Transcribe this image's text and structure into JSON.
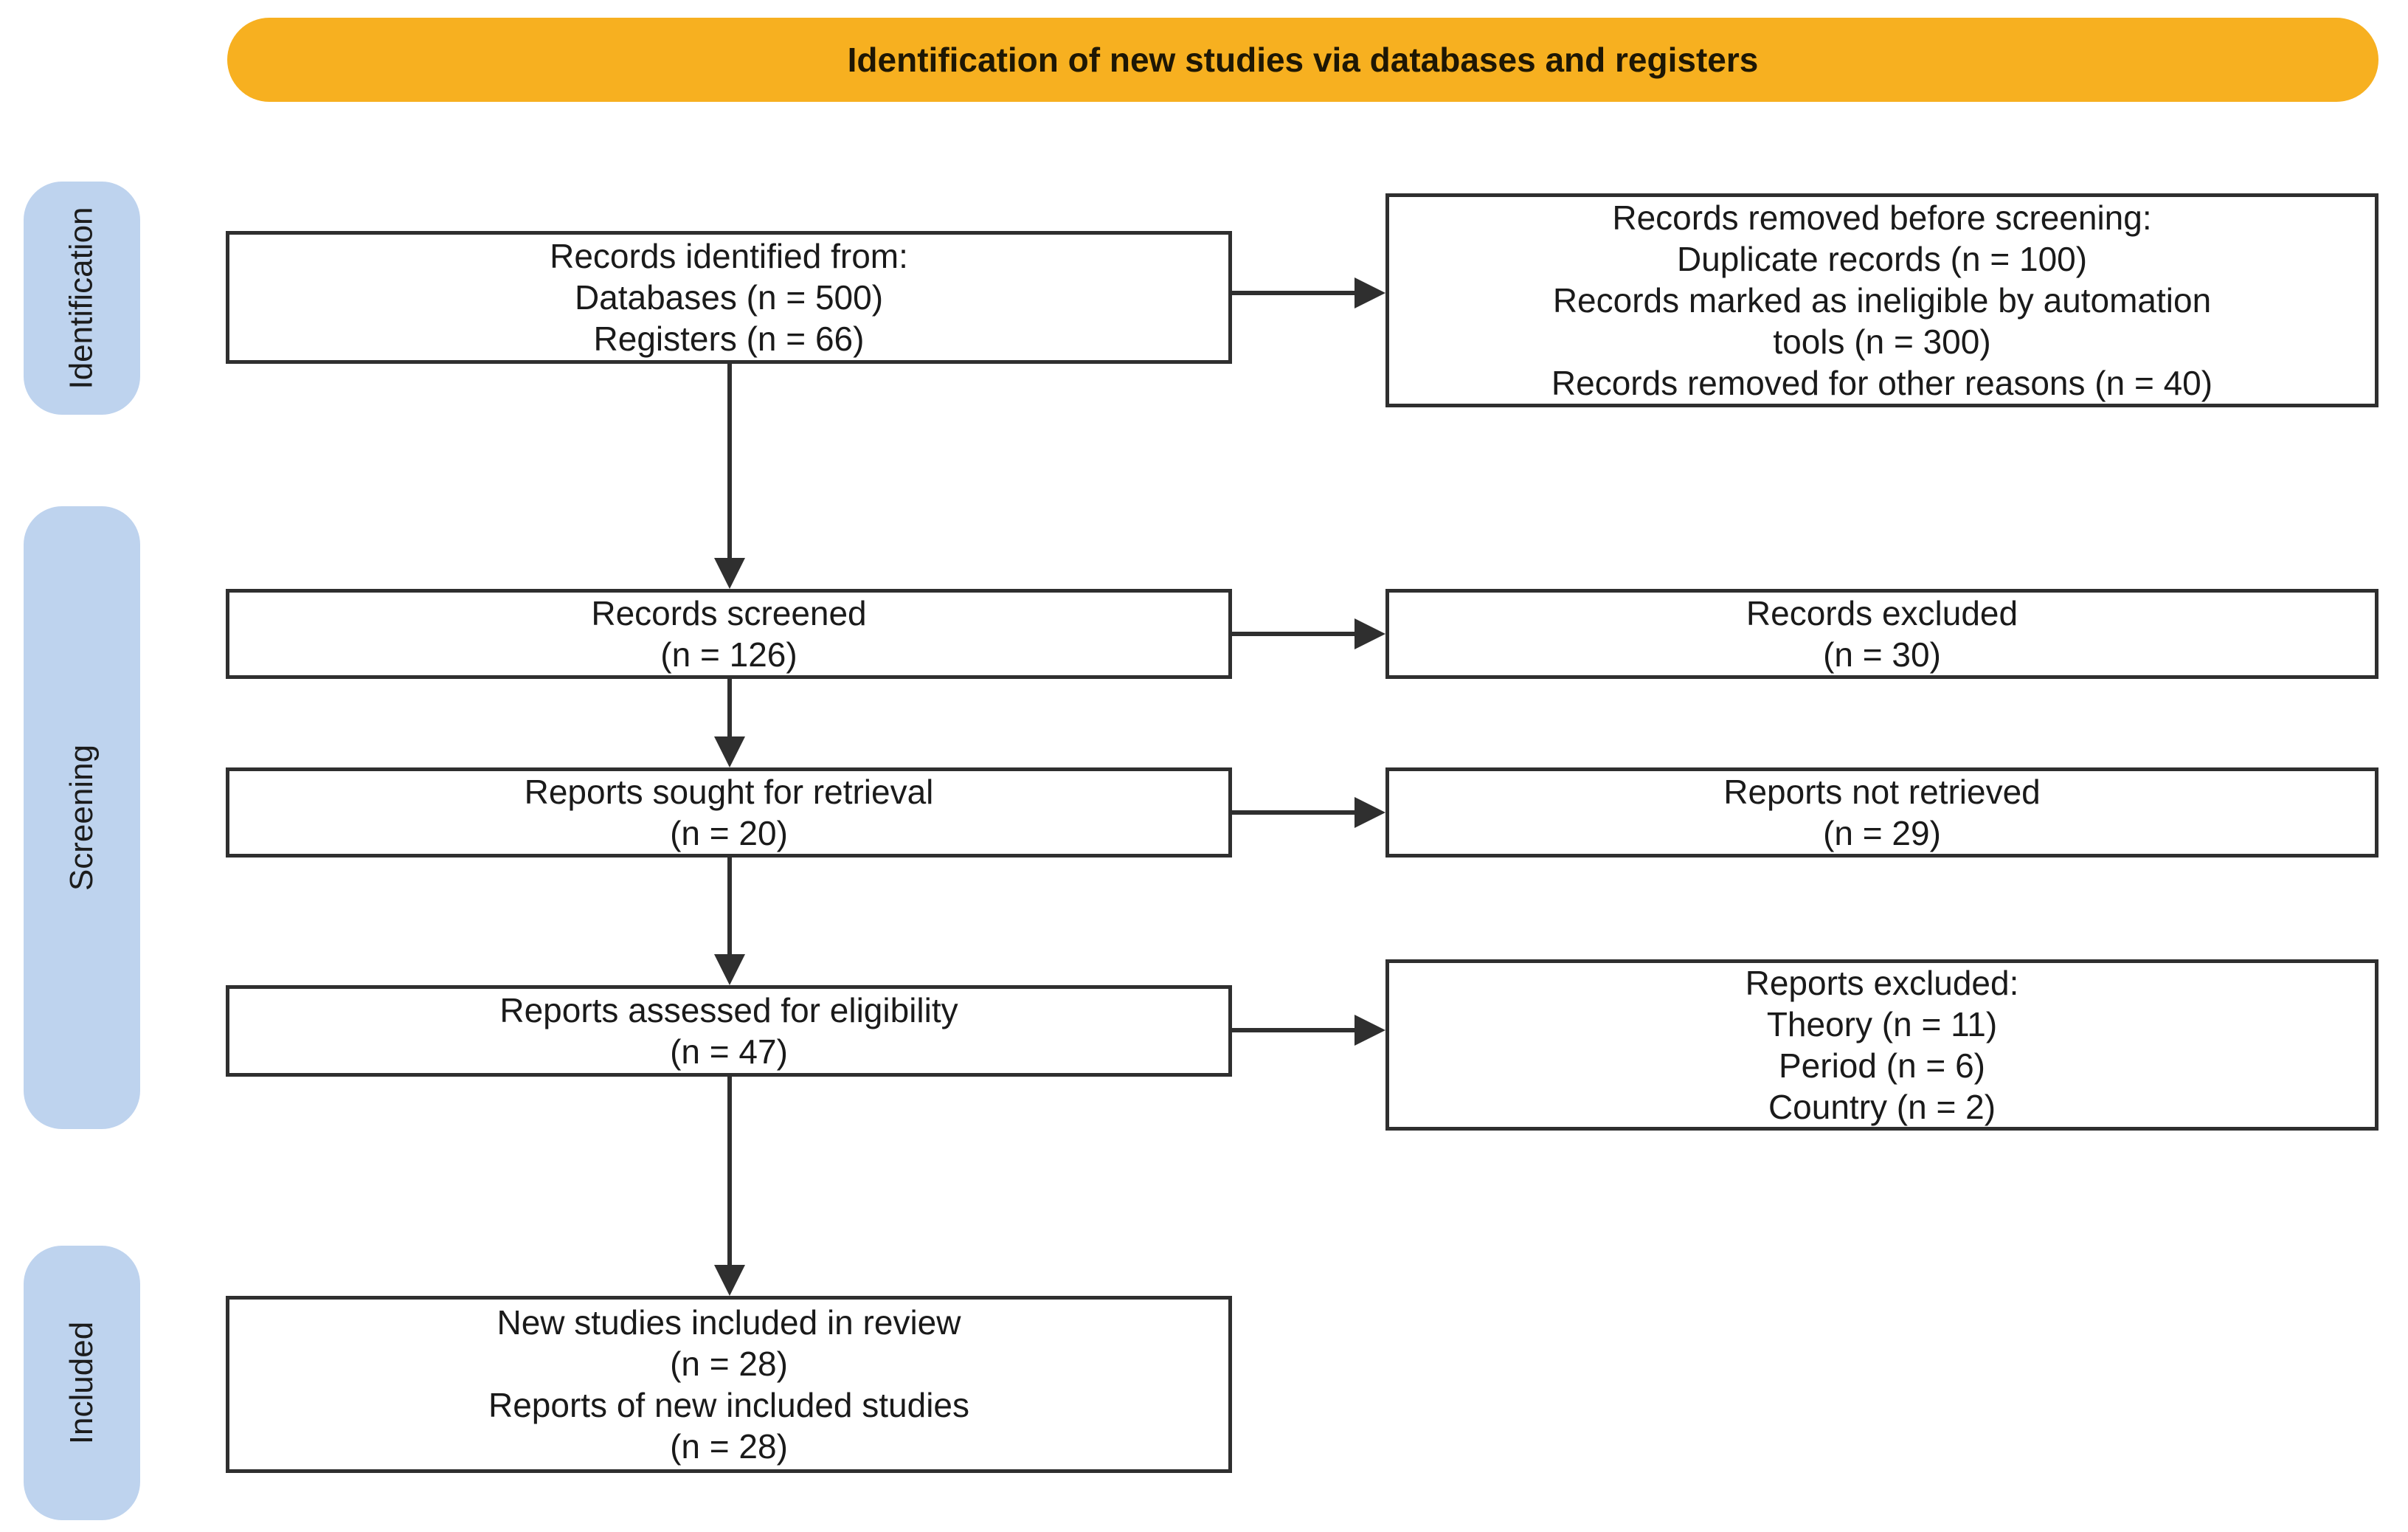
{
  "title_banner": {
    "label": "Identification of new studies via databases and registers"
  },
  "stage_labels": {
    "identification": "Identification",
    "screening": "Screening",
    "included": "Included"
  },
  "boxes": {
    "records_identified": {
      "text": "Records identified from:\nDatabases (n = 500)\nRegisters (n = 66)"
    },
    "records_removed": {
      "text": "Records removed before screening:\nDuplicate records (n = 100)\nRecords marked as ineligible by automation\ntools (n = 300)\nRecords removed for other reasons (n = 40)"
    },
    "records_screened": {
      "text": "Records screened\n(n = 126)"
    },
    "records_excluded": {
      "text": "Records excluded\n(n = 30)"
    },
    "reports_sought": {
      "text": "Reports sought for retrieval\n(n = 20)"
    },
    "reports_not_retrieved": {
      "text": "Reports not retrieved\n(n = 29)"
    },
    "reports_assessed": {
      "text": "Reports assessed for eligibility\n(n = 47)"
    },
    "reports_excluded": {
      "text": "Reports excluded:\nTheory (n = 11)\nPeriod (n = 6)\nCountry (n = 2)"
    },
    "new_studies_included": {
      "text": "New studies included in review\n(n = 28)\nReports of new included studies\n(n = 28)"
    }
  },
  "colors": {
    "banner_bg": "#F7B020",
    "stage_bg": "#BED3EE",
    "box_border": "#2F2F2F",
    "arrow": "#2F2F2F",
    "text": "#1A1A1A",
    "background": "#FFFFFF"
  }
}
